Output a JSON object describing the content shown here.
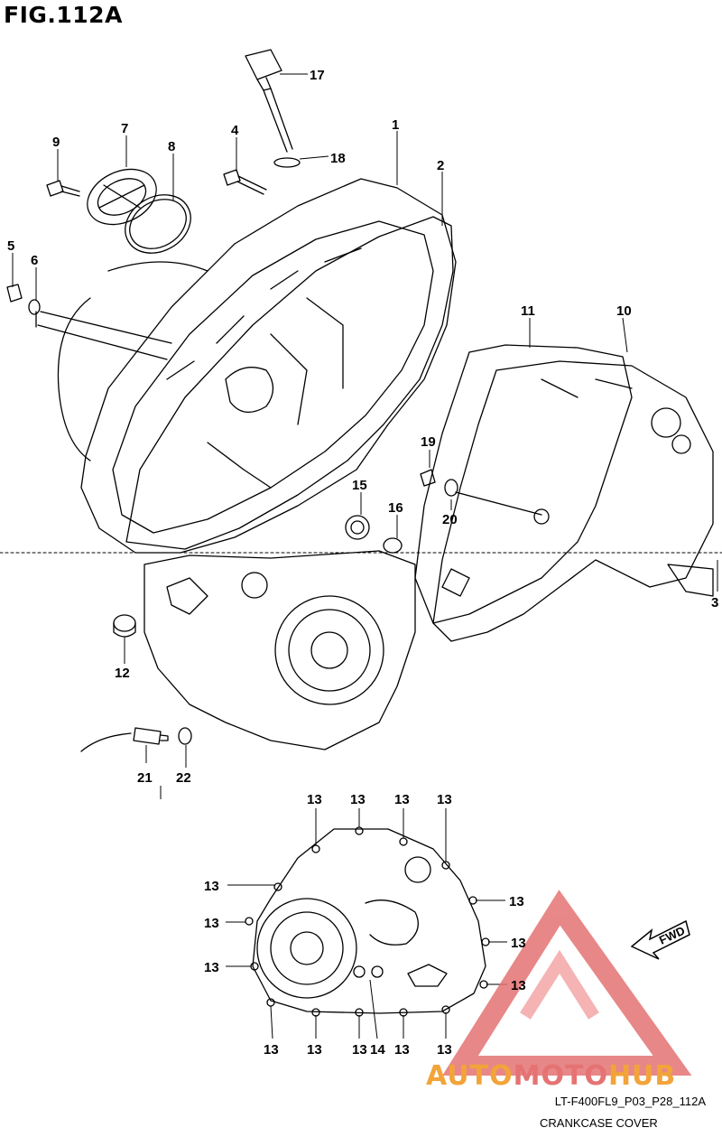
{
  "figure": {
    "title": "FIG.112A",
    "code": "LT-F400FL9_P03_P28_112A",
    "name": "CRANKCASE COVER",
    "fwd_label": "FWD"
  },
  "watermark": {
    "part1": "AUTO",
    "part2": "MOTO",
    "part3": "HUB",
    "color_orange": "#f2a43a",
    "color_red": "#e57373"
  },
  "callouts": [
    {
      "id": "c1",
      "label": "1"
    },
    {
      "id": "c2",
      "label": "2"
    },
    {
      "id": "c3",
      "label": "3"
    },
    {
      "id": "c4",
      "label": "4"
    },
    {
      "id": "c5",
      "label": "5"
    },
    {
      "id": "c6",
      "label": "6"
    },
    {
      "id": "c7",
      "label": "7"
    },
    {
      "id": "c8",
      "label": "8"
    },
    {
      "id": "c9",
      "label": "9"
    },
    {
      "id": "c10",
      "label": "10"
    },
    {
      "id": "c11",
      "label": "11"
    },
    {
      "id": "c12",
      "label": "12"
    },
    {
      "id": "c14",
      "label": "14"
    },
    {
      "id": "c15",
      "label": "15"
    },
    {
      "id": "c16",
      "label": "16"
    },
    {
      "id": "c17",
      "label": "17"
    },
    {
      "id": "c18",
      "label": "18"
    },
    {
      "id": "c19",
      "label": "19"
    },
    {
      "id": "c20",
      "label": "20"
    },
    {
      "id": "c21",
      "label": "21"
    },
    {
      "id": "c22",
      "label": "22"
    }
  ],
  "bolt_label": "13"
}
